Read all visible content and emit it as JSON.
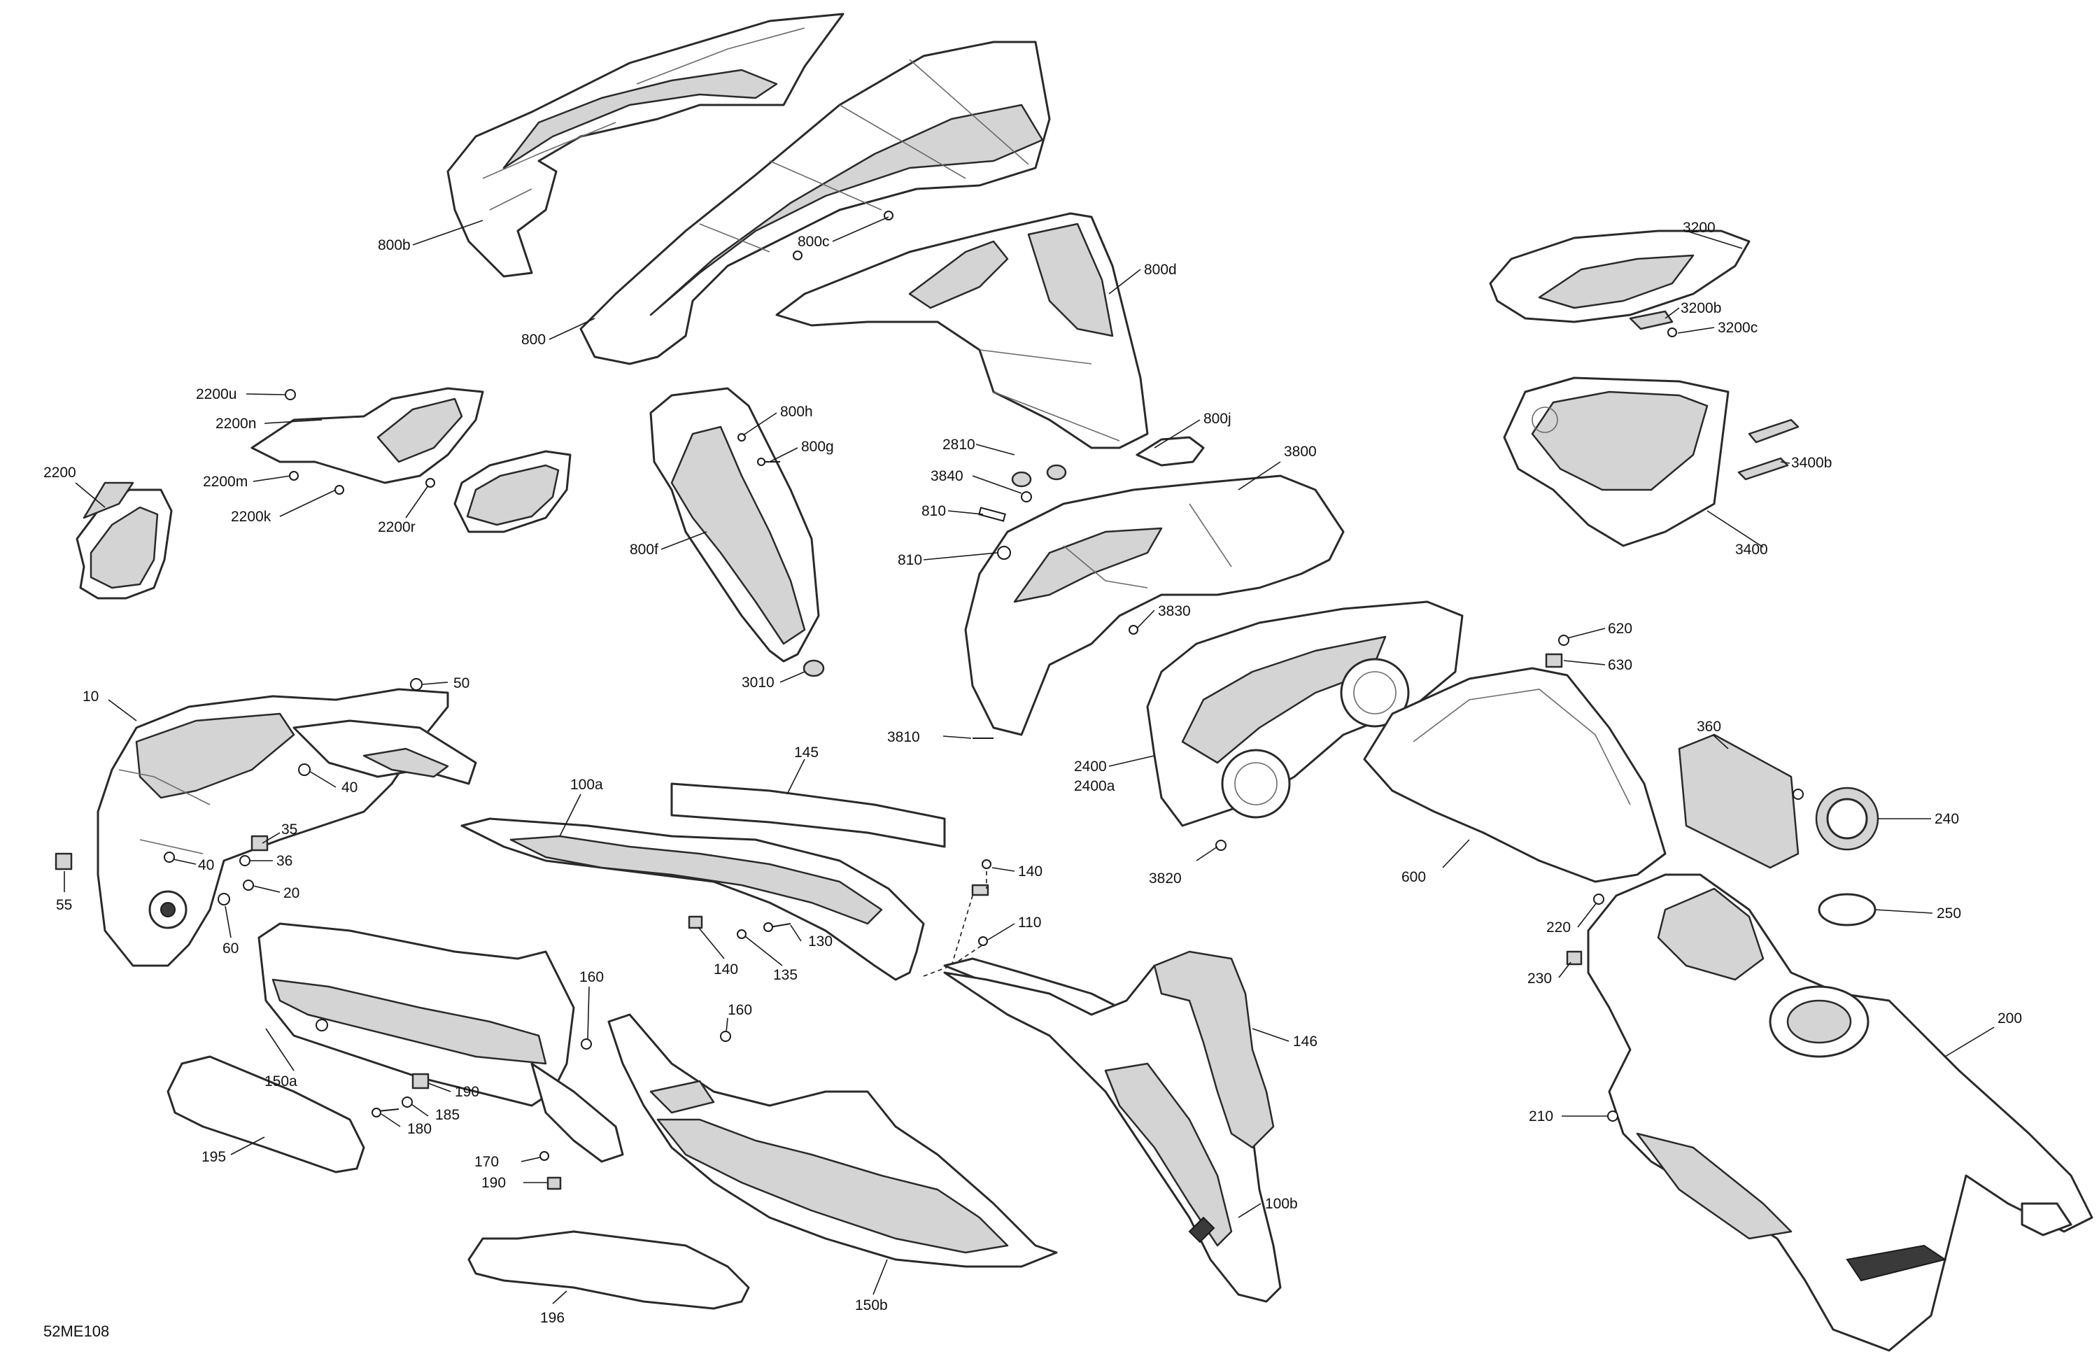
{
  "figure_id": "52ME108",
  "callouts": {
    "c_800b": "800b",
    "c_800c": "800c",
    "c_800d": "800d",
    "c_800": "800",
    "c_800h": "800h",
    "c_800g": "800g",
    "c_800f": "800f",
    "c_800j": "800j",
    "c_3010": "3010",
    "c_2200u": "2200u",
    "c_2200n": "2200n",
    "c_2200m": "2200m",
    "c_2200k": "2200k",
    "c_2200r": "2200r",
    "c_2200": "2200",
    "c_2810": "2810",
    "c_3840": "3840",
    "c_810a": "810",
    "c_810b": "810",
    "c_3830": "3830",
    "c_3810": "3810",
    "c_3800": "3800",
    "c_3820": "3820",
    "c_2400": "2400",
    "c_2400a": "2400a",
    "c_3200": "3200",
    "c_3200b": "3200b",
    "c_3200c": "3200c",
    "c_3400b": "3400b",
    "c_3400": "3400",
    "c_620": "620",
    "c_630": "630",
    "c_600": "600",
    "c_360": "360",
    "c_240": "240",
    "c_250": "250",
    "c_220": "220",
    "c_230": "230",
    "c_200": "200",
    "c_210": "210",
    "c_10": "10",
    "c_50": "50",
    "c_40a": "40",
    "c_40b": "40",
    "c_35": "35",
    "c_36": "36",
    "c_20": "20",
    "c_55": "55",
    "c_60": "60",
    "c_145": "145",
    "c_100a": "100a",
    "c_140a": "140",
    "c_140b": "140",
    "c_130": "130",
    "c_135": "135",
    "c_110": "110",
    "c_146": "146",
    "c_100b": "100b",
    "c_150a": "150a",
    "c_160a": "160",
    "c_160b": "160",
    "c_190a": "190",
    "c_185": "185",
    "c_180": "180",
    "c_170": "170",
    "c_190b": "190",
    "c_195": "195",
    "c_196": "196",
    "c_150b": "150b"
  }
}
